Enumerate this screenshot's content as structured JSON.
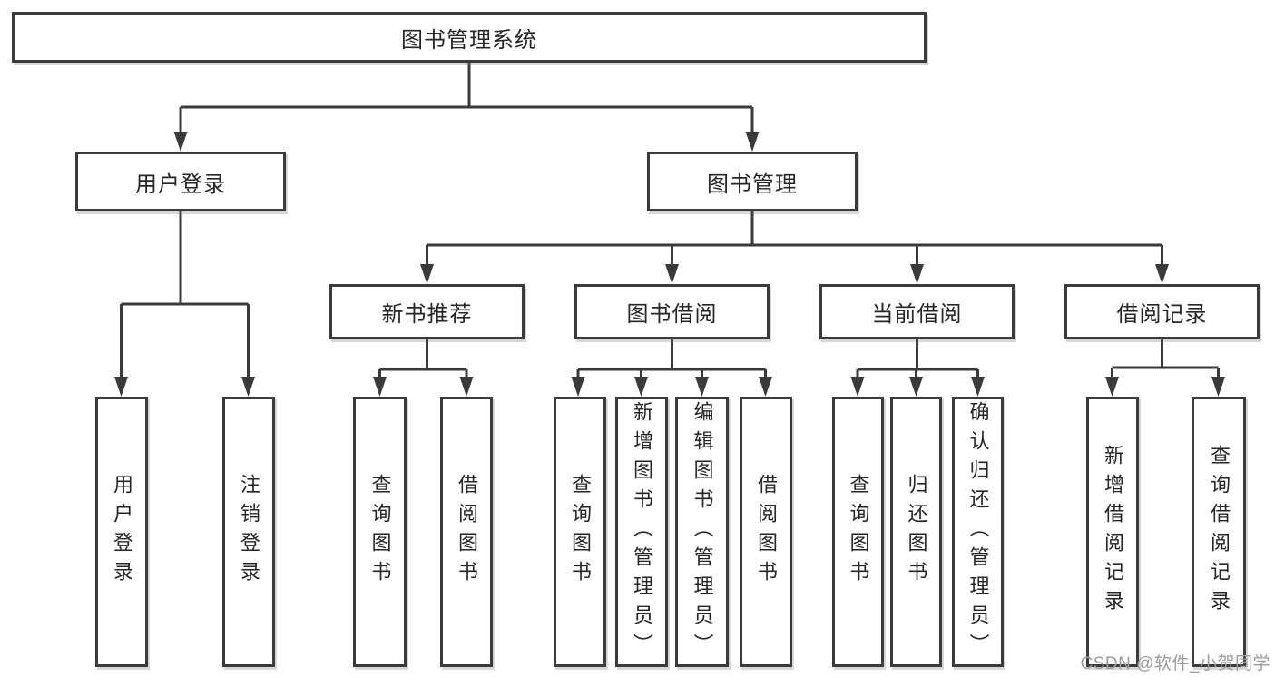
{
  "tree": {
    "root": {
      "label": "图书管理系统"
    },
    "branches": [
      {
        "label": "用户登录",
        "children": [
          {
            "label": "用户登录"
          },
          {
            "label": "注销登录"
          }
        ]
      },
      {
        "label": "图书管理",
        "children": [
          {
            "label": "新书推荐",
            "children": [
              {
                "label": "查询图书"
              },
              {
                "label": "借阅图书"
              }
            ]
          },
          {
            "label": "图书借阅",
            "children": [
              {
                "label": "查询图书"
              },
              {
                "label": "新增图书（管理员）"
              },
              {
                "label": "编辑图书（管理员）"
              },
              {
                "label": "借阅图书"
              }
            ]
          },
          {
            "label": "当前借阅",
            "children": [
              {
                "label": "查询图书"
              },
              {
                "label": "归还图书"
              },
              {
                "label": "确认归还（管理员）"
              }
            ]
          },
          {
            "label": "借阅记录",
            "children": [
              {
                "label": "新增借阅记录"
              },
              {
                "label": "查询借阅记录"
              }
            ]
          }
        ]
      }
    ]
  },
  "colors": {
    "line": "#3a3a3a",
    "border": "#3b3b3b",
    "text": "#262626",
    "watermark": "#9c9c9c",
    "background": "#ffffff"
  },
  "watermark": {
    "text": "CSDN @软件_小贺同学"
  }
}
